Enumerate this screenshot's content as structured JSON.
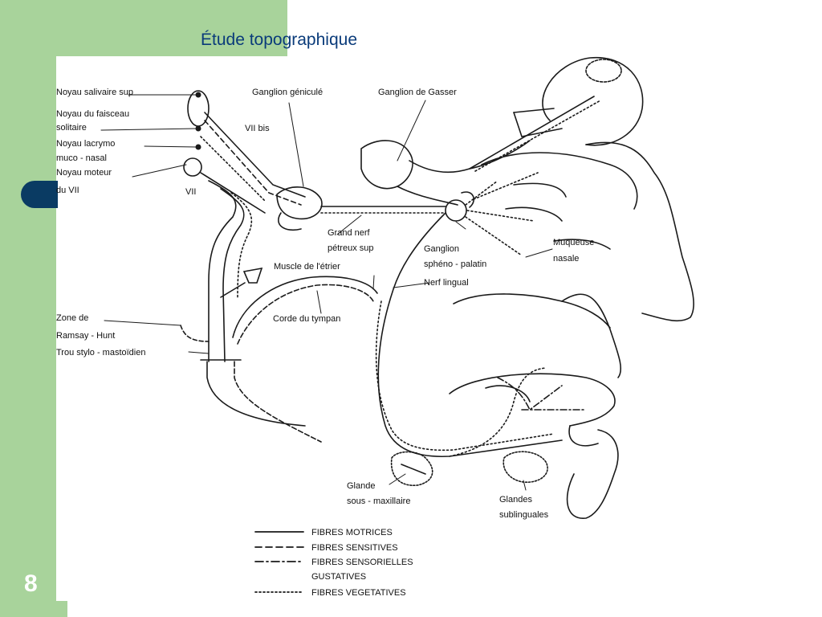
{
  "slide": {
    "title": "Étude topographique",
    "page_number": "8"
  },
  "colors": {
    "sidebar": "#a8d39b",
    "tab": "#0a3b63",
    "title": "#0a3b7a",
    "page_number": "#ffffff"
  },
  "diagram": {
    "left_labels": {
      "noyau_salivaire": "Noyau salivaire sup",
      "noyau_faisceau_1": "Noyau du faisceau",
      "noyau_faisceau_2": "solitaire",
      "noyau_lacrymo_1": "Noyau lacrymo",
      "noyau_lacrymo_2": "muco - nasal",
      "noyau_moteur_1": "Noyau moteur",
      "noyau_moteur_2": "du VII",
      "zone_ramsay_1": "Zone de",
      "zone_ramsay_2": "Ramsay - Hunt",
      "trou_stylo": "Trou stylo - mastoïdien"
    },
    "labels": {
      "ganglion_genicule": "Ganglion géniculé",
      "ganglion_gasser": "Ganglion de Gasser",
      "vii_bis": "VII bis",
      "vii": "VII",
      "grand_nerf_1": "Grand nerf",
      "grand_nerf_2": "pétreux sup",
      "ganglion_spheno_1": "Ganglion",
      "ganglion_spheno_2": "sphéno - palatin",
      "muqueuse_1": "Muqueuse",
      "muqueuse_2": "nasale",
      "muscle_etrier": "Muscle de l'étrier",
      "nerf_lingual": "Nerf lingual",
      "corde_tympan": "Corde du tympan",
      "glande_sous_1": "Glande",
      "glande_sous_2": "sous - maxillaire",
      "glandes_subling_1": "Glandes",
      "glandes_subling_2": "sublinguales"
    },
    "legend": [
      {
        "label": "FIBRES MOTRICES",
        "style": "solid"
      },
      {
        "label": "FIBRES SENSITIVES",
        "style": "dashed"
      },
      {
        "label": "FIBRES SENSORIELLES",
        "label2": "GUSTATIVES",
        "style": "dashdot"
      },
      {
        "label": "FIBRES VEGETATIVES",
        "style": "dotted"
      }
    ]
  }
}
